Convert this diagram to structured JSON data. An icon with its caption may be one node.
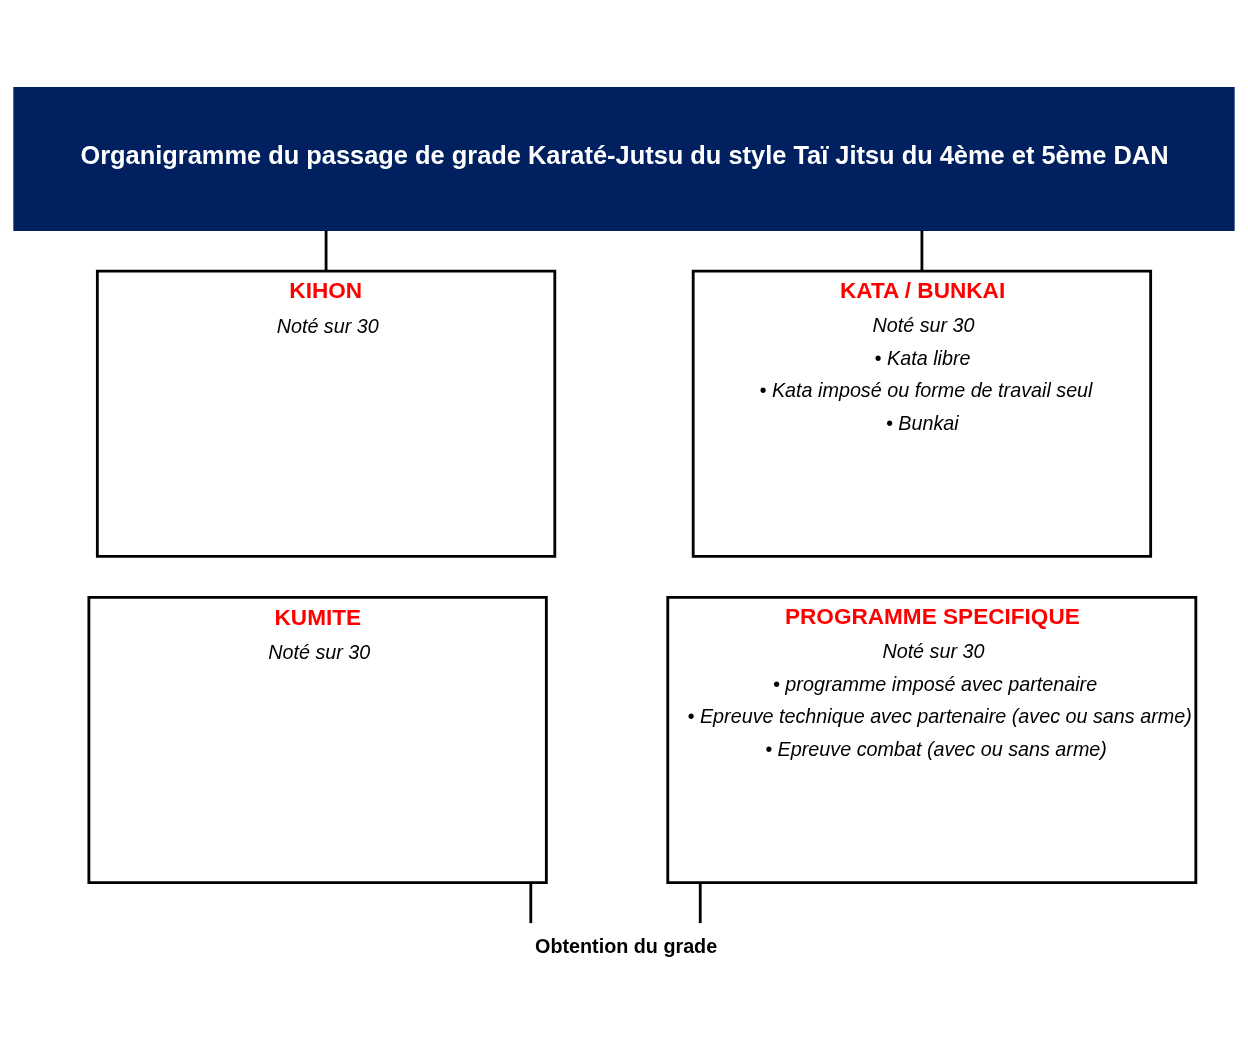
{
  "diagram": {
    "nodes": [
      {
        "text": [
          "Organigramme du passage de grade Karaté-Jutsu du style Taï Jitsu du 4ème et 5ème DAN"
        ]
      },
      {
        "text": [
          "KIHON",
          "Noté sur 30"
        ]
      },
      {
        "text": [
          "KATA / BUNKAI",
          "Noté sur 30",
          "• Kata libre",
          "• Kata imposé ou forme de travail seul",
          "• Bunkai"
        ]
      },
      {
        "text": [
          "KUMITE",
          "Noté sur 30"
        ]
      },
      {
        "text": [
          "PROGRAMME SPECIFIQUE",
          "Noté sur 30",
          "• programme imposé avec partenaire",
          "• Epreuve technique avec partenaire (avec ou sans arme)",
          "• Epreuve combat (avec ou sans arme)"
        ]
      },
      {
        "text": [
          "Obtention du grade"
        ]
      }
    ],
    "edges": [
      {
        "from": 0,
        "to": 1,
        "arrow": "none"
      },
      {
        "from": 0,
        "to": 2,
        "arrow": "none"
      },
      {
        "from": 3,
        "to": 5,
        "arrow": "none"
      },
      {
        "from": 4,
        "to": 5,
        "arrow": "none"
      }
    ]
  }
}
